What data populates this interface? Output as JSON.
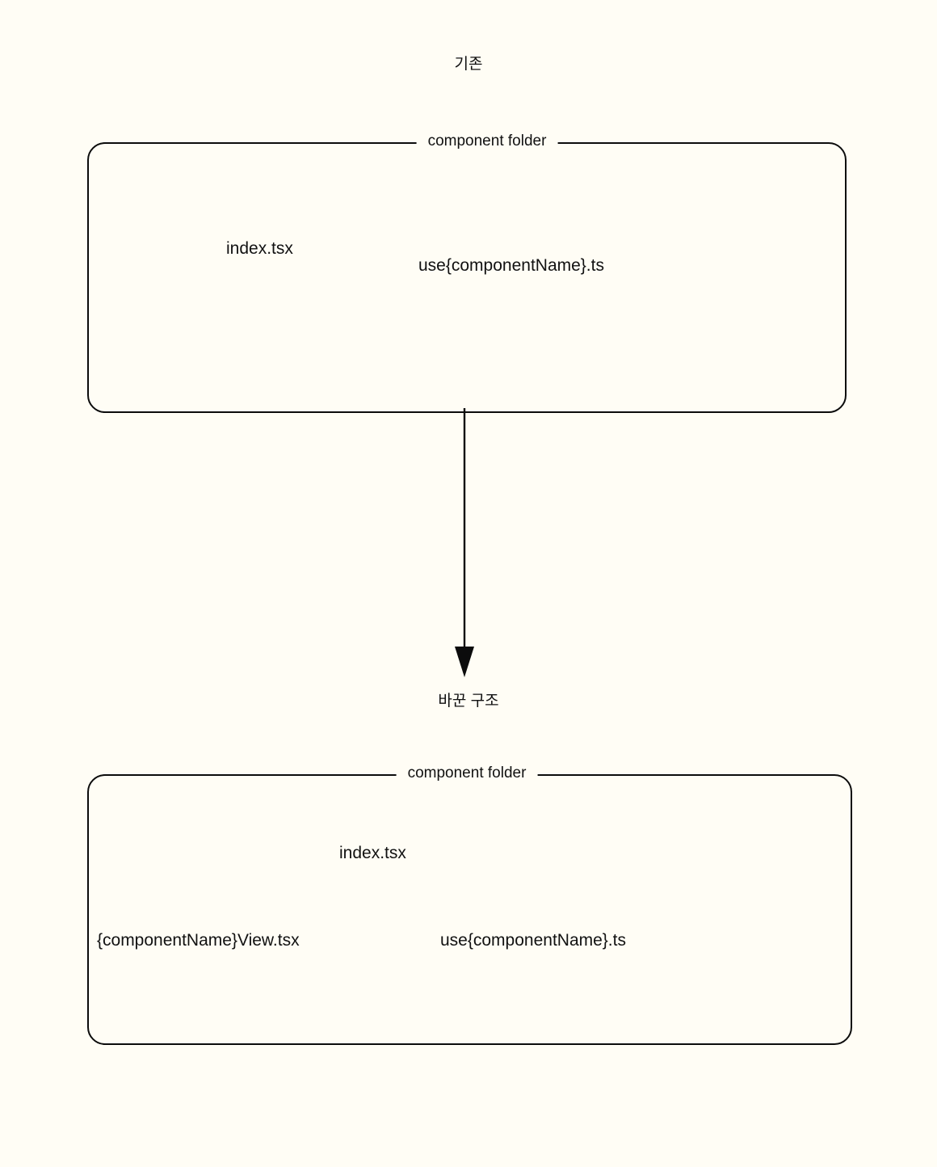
{
  "diagram": {
    "type": "flow",
    "background_color": "#fffdf5",
    "stroke_color": "#0c0c0c",
    "text_color": "#111111",
    "sections": [
      {
        "title": "기존",
        "box_label": "component folder",
        "files": [
          "index.tsx",
          "use{componentName}.ts"
        ]
      },
      {
        "title": "바꾼 구조",
        "box_label": "component folder",
        "files": [
          "index.tsx",
          "{componentName}View.tsx",
          "use{componentName}.ts"
        ]
      }
    ]
  },
  "before": {
    "title": "기존",
    "box_label": "component folder",
    "file_index": "index.tsx",
    "file_hook": "use{componentName}.ts"
  },
  "after": {
    "title": "바꾼 구조",
    "box_label": "component folder",
    "file_index": "index.tsx",
    "file_view": "{componentName}View.tsx",
    "file_hook": "use{componentName}.ts"
  },
  "arrow": {
    "name": "down-arrow-icon",
    "direction": "down"
  }
}
